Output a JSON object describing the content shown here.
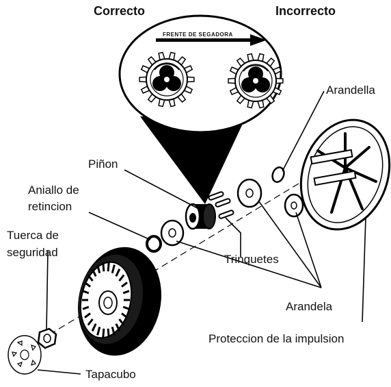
{
  "header": {
    "correct": "Correcto",
    "incorrect": "Incorrecto",
    "direction": "FRENTE DE SEGADORA"
  },
  "labels": {
    "washer_top": "Arandella",
    "pinion": "Piñon",
    "retaining_ring": "Aniallo de retincion",
    "retaining_ring_line1": "Aniallo de",
    "retaining_ring_line2": "retincion",
    "lock_nut_line1": "Tuerca de",
    "lock_nut_line2": "seguridad",
    "pawls": "Trinquetes",
    "washer": "Arandela",
    "drive_guard": "Proteccion de la impulsion",
    "hubcap": "Tapacubo"
  }
}
